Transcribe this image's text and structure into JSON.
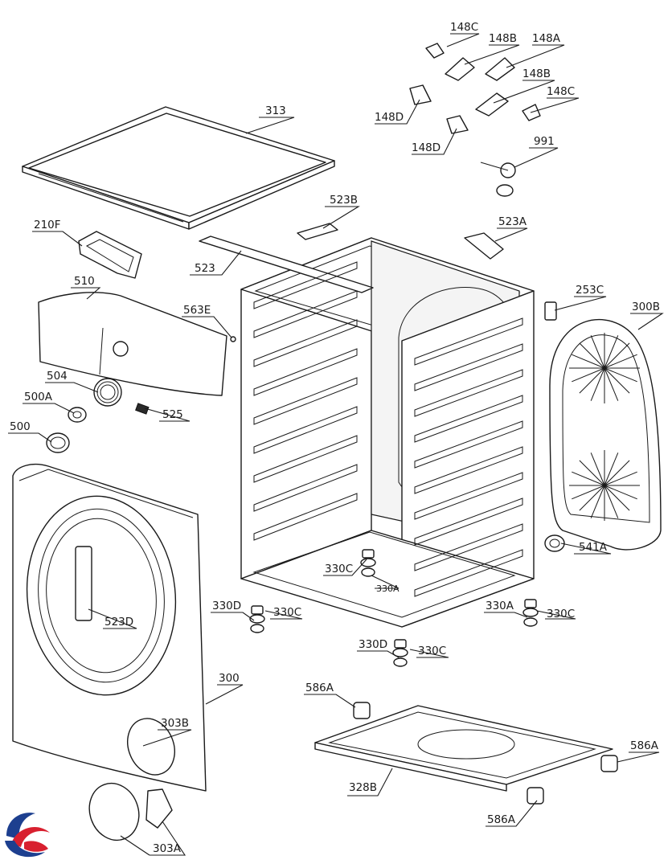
{
  "labels": {
    "l148C_a": "148C",
    "l148B_a": "148B",
    "l148A": "148A",
    "l148B_b": "148B",
    "l148C_b": "148C",
    "l148D_a": "148D",
    "l148D_b": "148D",
    "l991": "991",
    "l313": "313",
    "l523B": "523B",
    "l523A": "523A",
    "l210F": "210F",
    "l523": "523",
    "l510": "510",
    "l563E": "563E",
    "l253C": "253C",
    "l300B": "300B",
    "l504": "504",
    "l500A": "500A",
    "l525": "525",
    "l500": "500",
    "l541A": "541A",
    "l330C_a": "330C",
    "l330A_a": "330A",
    "l330D_a": "330D",
    "l330C_b": "330C",
    "l330A_b": "330A",
    "l330C_c": "330C",
    "l523D": "523D",
    "l330D_b": "330D",
    "l330C_d": "330C",
    "l300": "300",
    "l586A_a": "586A",
    "l303B": "303B",
    "l586A_b": "586A",
    "l328B": "328B",
    "l586A_c": "586A",
    "l303A": "303A"
  },
  "logo": {
    "colors": [
      "#1d3f8f",
      "#d8202f"
    ],
    "icon": "brand-logo-icon"
  }
}
